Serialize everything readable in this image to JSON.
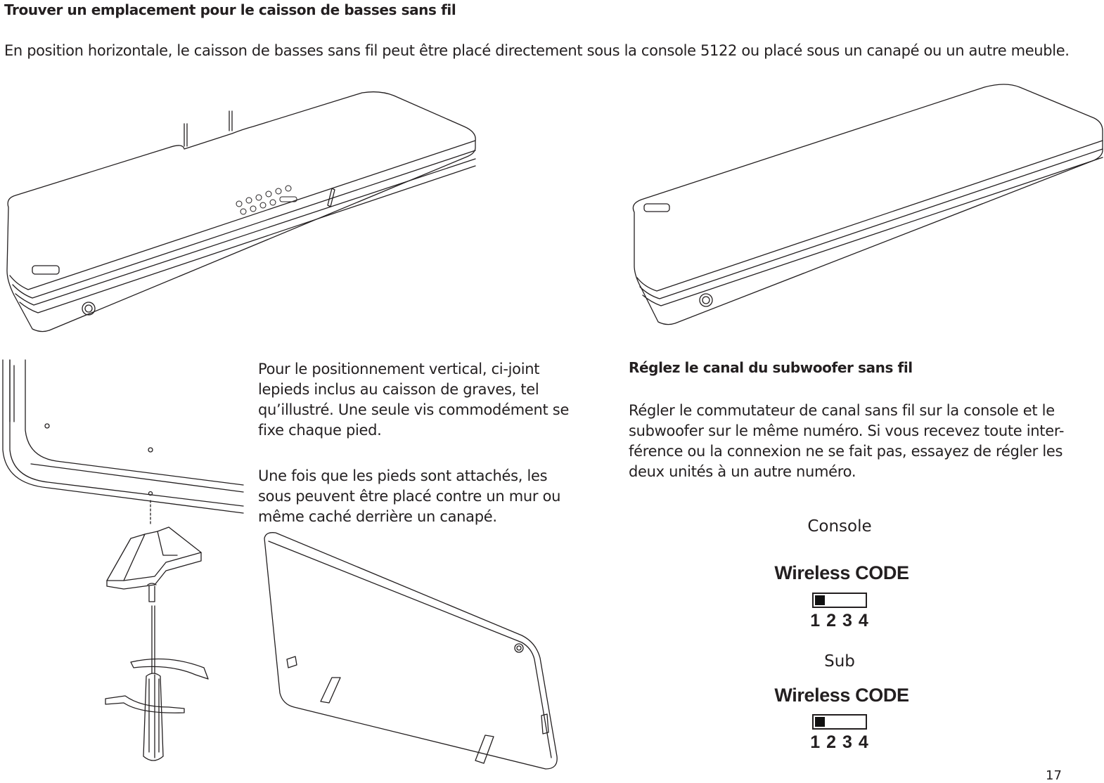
{
  "heading": "Trouver un emplacement pour le caisson de basses sans fil",
  "intro": "En position horizontale, le caisson de basses sans fil peut être placé directement sous la console 5122 ou placé sous un canapé ou un autre meuble.",
  "vertical": {
    "paragraph1": "Pour le positionnement vertical, ci-joint\nlepieds inclus au caisson de graves, tel\nqu’illustré. Une seule vis commodément se\nfixe chaque pied.",
    "paragraph2": "Une fois que les pieds sont attachés, les\nsous peuvent être placé contre un mur ou\nmême caché derrière un canapé."
  },
  "wireless": {
    "heading": "Réglez le canal du subwoofer sans fil",
    "paragraph": "Régler le commutateur de canal sans fil sur la console et le\nsubwoofer sur le même numéro. Si vous recevez toute inter-\nférence ou la connexion ne se fait pas, essayez de régler les\ndeux unités à un autre numéro.",
    "switches": [
      {
        "label": "Console",
        "code_label": "Wireless CODE",
        "positions": "1 2 3 4",
        "selected": 1
      },
      {
        "label": "Sub",
        "code_label": "Wireless CODE",
        "positions": "1 2 3 4",
        "selected": 1
      }
    ]
  },
  "page_number": "17"
}
